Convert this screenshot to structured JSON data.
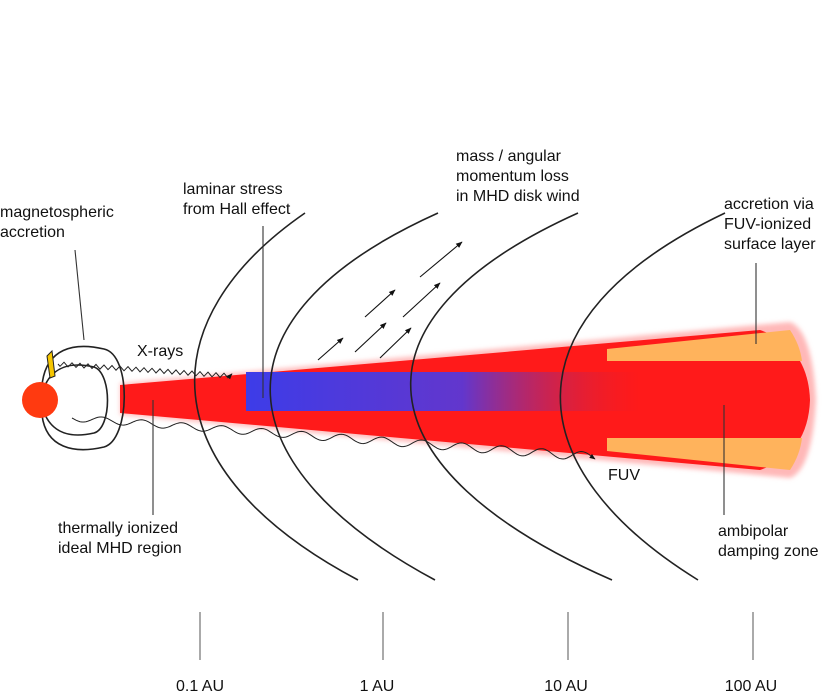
{
  "labels": {
    "magnetospheric": [
      "magnetospheric",
      "accretion"
    ],
    "laminar": [
      "laminar stress",
      "from Hall effect"
    ],
    "wind": [
      "mass / angular",
      "momentum loss",
      "in MHD disk wind"
    ],
    "fuv_layer": [
      "accretion via",
      "FUV-ionized",
      "surface layer"
    ],
    "xrays": "X-rays",
    "fuv": "FUV",
    "thermal": [
      "thermally ionized",
      "ideal MHD region"
    ],
    "ambipolar": [
      "ambipolar",
      "damping zone"
    ]
  },
  "axis": {
    "ticks": [
      "0.1 AU",
      "1 AU",
      "10 AU",
      "100 AU"
    ]
  },
  "colors": {
    "star": "#ff3a10",
    "disk_red": "#ff1a1a",
    "disk_edge": "#ff9a9a",
    "hall_zone": "#3f3ee6",
    "fuv_layer": "#ffb35c"
  },
  "icons": {
    "star": "star-icon",
    "wind_arrows": "arrow-icon"
  }
}
